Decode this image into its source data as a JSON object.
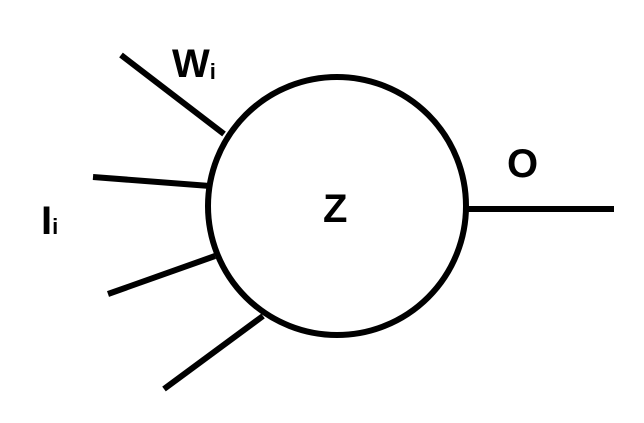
{
  "diagram": {
    "weight_label": {
      "main": "W",
      "sub": "i"
    },
    "input_label": {
      "main": "I",
      "sub": "i"
    },
    "node_label": "Z",
    "output_label": "O"
  },
  "colors": {
    "stroke": "#000000",
    "background": "#ffffff"
  }
}
